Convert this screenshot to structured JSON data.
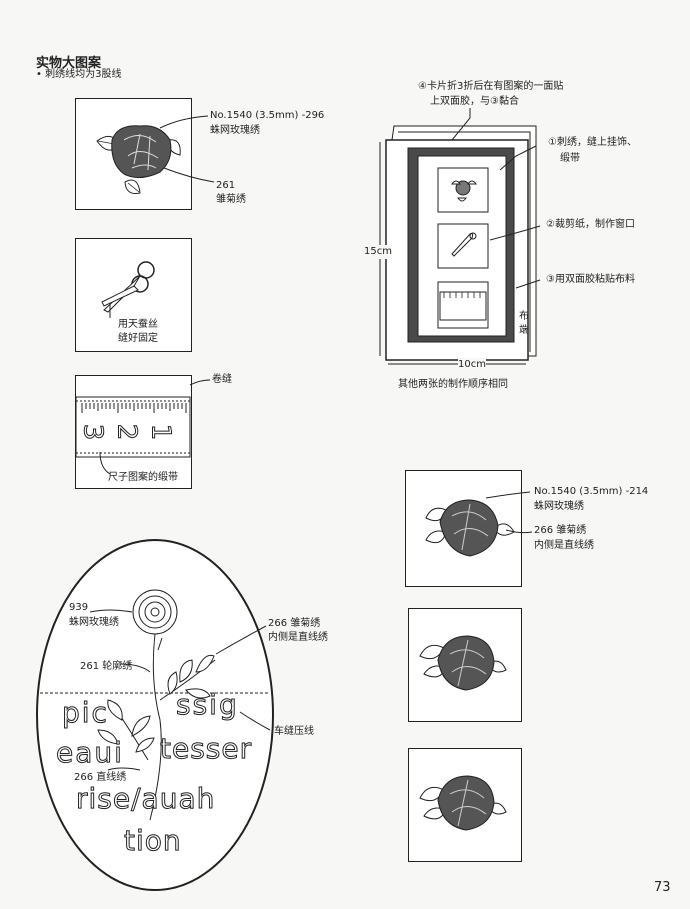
{
  "header": {
    "title": "实物大图案",
    "note": "• 刺绣线均为3股线"
  },
  "colors": {
    "ink": "#222222",
    "rose_fill": "#555555",
    "leaf_fill": "#ffffff",
    "cloth": "#4a4a4a",
    "page": "#f7f7f6"
  },
  "left": {
    "rose1": {
      "code": "No.1540 (3.5mm) -296",
      "stitch": "蛛网玫瑰绣",
      "leaf_code": "261",
      "leaf_stitch": "雏菊绣"
    },
    "scissors_note": [
      "用天蚕丝",
      "缝好固定"
    ],
    "ruler": {
      "label": "卷缝",
      "caption": "尺子图案的缎带",
      "numbers": [
        "3",
        "2",
        "1"
      ]
    }
  },
  "card": {
    "step4": [
      "④卡片折3折后在有图案的一面贴",
      "上双面胶，与③黏合"
    ],
    "step1": [
      "①刺绣，缝上挂饰、",
      "缎带"
    ],
    "step2": "②裁剪纸，制作窗口",
    "step3": "③用双面胶粘贴布料",
    "height": "15cm",
    "width": "10cm",
    "cloth_end": [
      "布",
      "端"
    ],
    "caption": "其他两张的制作顺序相同"
  },
  "oval": {
    "spiral": {
      "code": "939",
      "stitch": "蛛网玫瑰绣"
    },
    "leaves": {
      "code": "266 雏菊绣",
      "note": "内侧是直线绣"
    },
    "stem": "261 轮廓绣",
    "straight": "266 直线绣",
    "seam": "车缝压线",
    "words": [
      "pic",
      "ssig",
      "eaui",
      "tesser",
      "rise/auah",
      "tion"
    ]
  },
  "right": {
    "rose2": {
      "code": "No.1540 (3.5mm) -214",
      "stitch": "蛛网玫瑰绣",
      "leaf_code": "266 雏菊绣",
      "leaf_note": "内侧是直线绣"
    }
  },
  "page_number": "73"
}
